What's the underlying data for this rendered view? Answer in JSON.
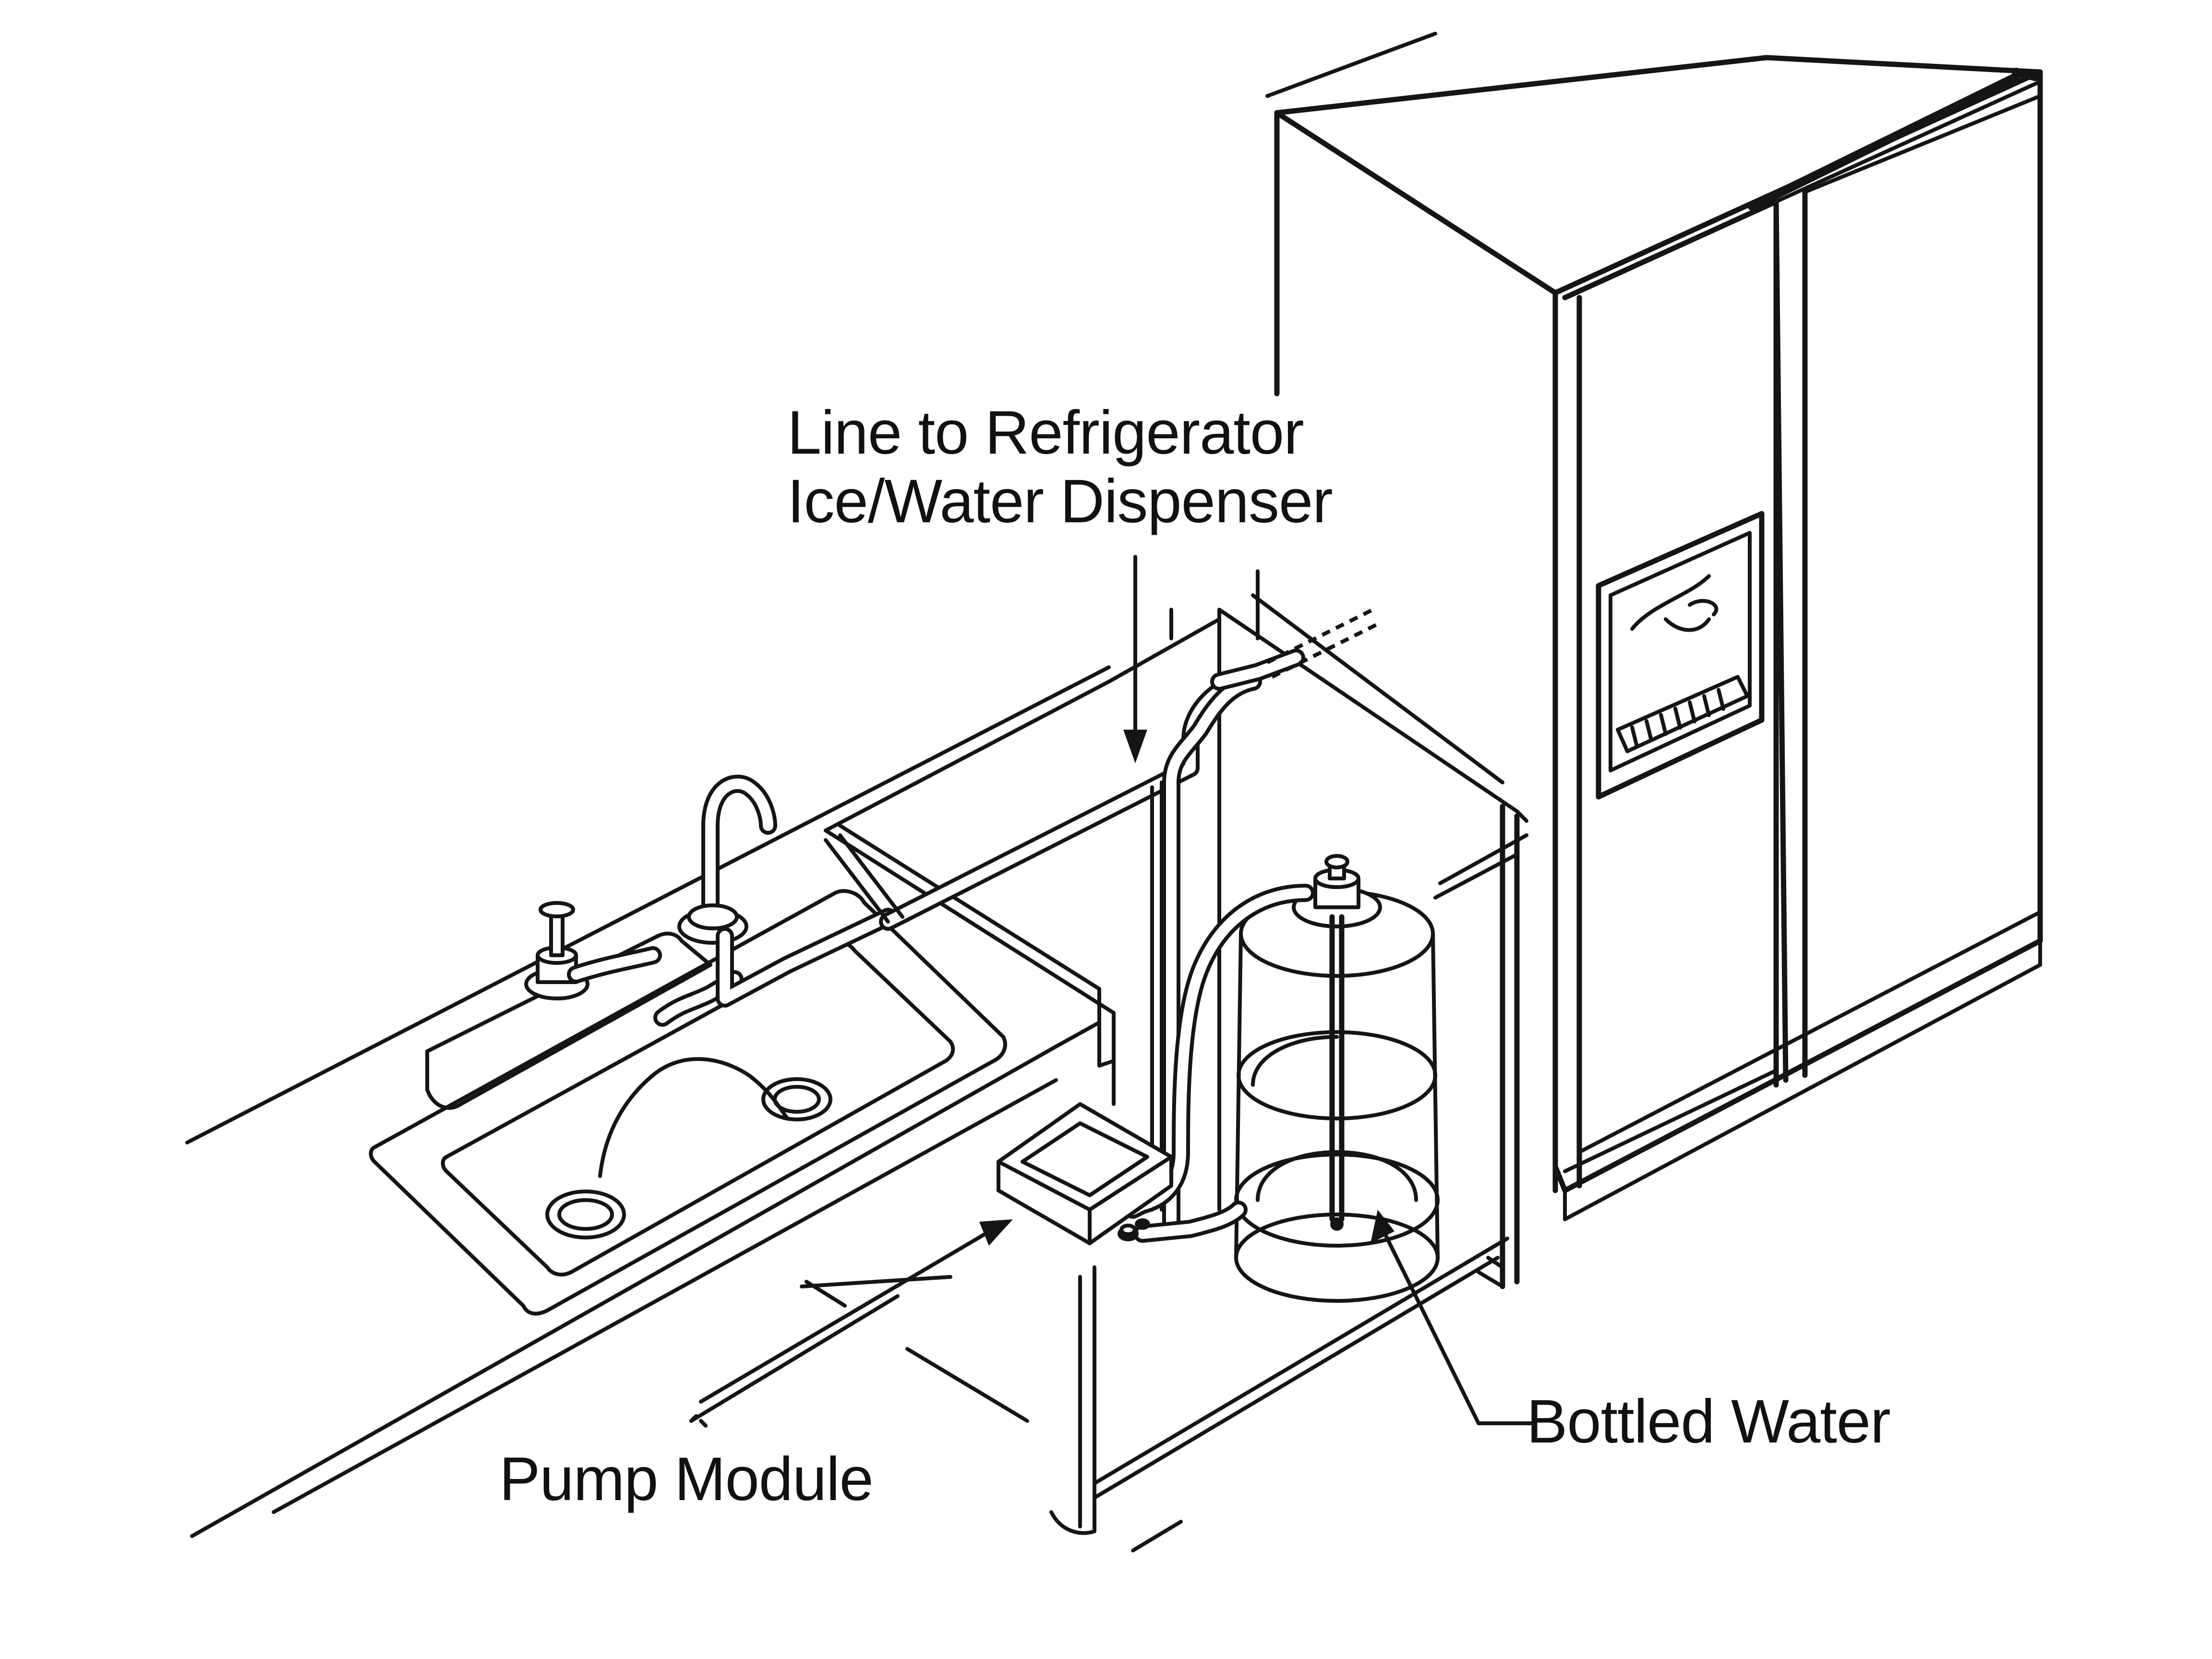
{
  "diagram": {
    "labels": {
      "line_to_refrigerator": [
        "Line to Refrigerator",
        "Ice/Water Dispenser"
      ],
      "pump_module": "Pump Module",
      "bottled_water": "Bottled Water"
    },
    "colors": {
      "ink": "#151515",
      "paper": "#ffffff"
    }
  }
}
